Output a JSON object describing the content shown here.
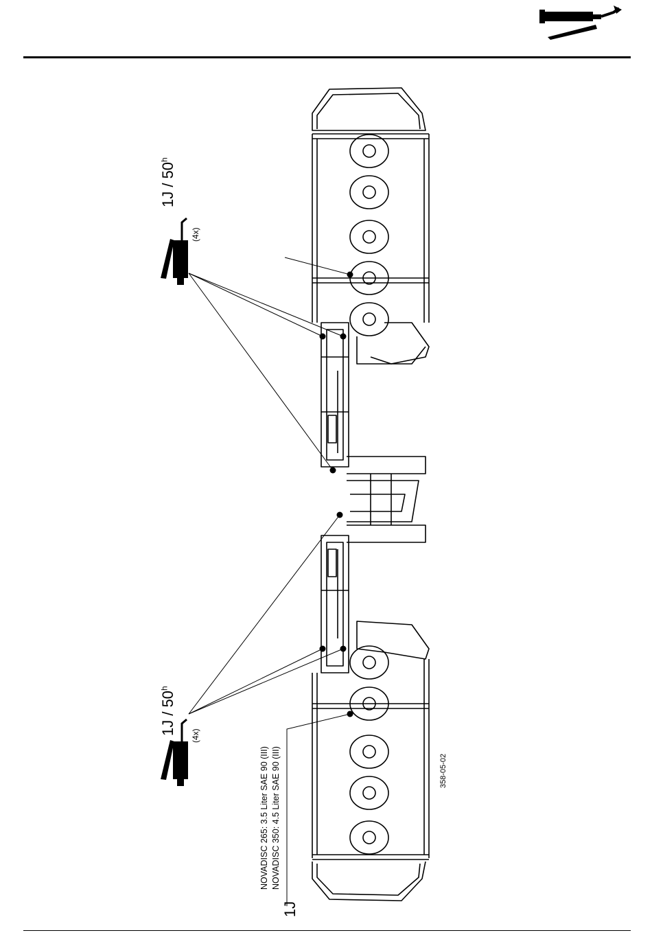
{
  "header": {
    "icon": "grease-gun-icon"
  },
  "lubrication": {
    "upper_interval": "1J / 50",
    "upper_interval_sup": "h",
    "upper_count": "(4x)",
    "lower_interval": "1J / 50",
    "lower_interval_sup": "h",
    "lower_count": "(4x)"
  },
  "gearbox_oil": {
    "line1": "NOVADISC 265: 3.5 Liter SAE 90 (III)",
    "line2": "NOVADISC 350: 4.5 Liter SAE 90 (III)",
    "interval": "1J"
  },
  "figure_code": "358-05-02",
  "colors": {
    "ink": "#000000",
    "paper": "#ffffff"
  }
}
